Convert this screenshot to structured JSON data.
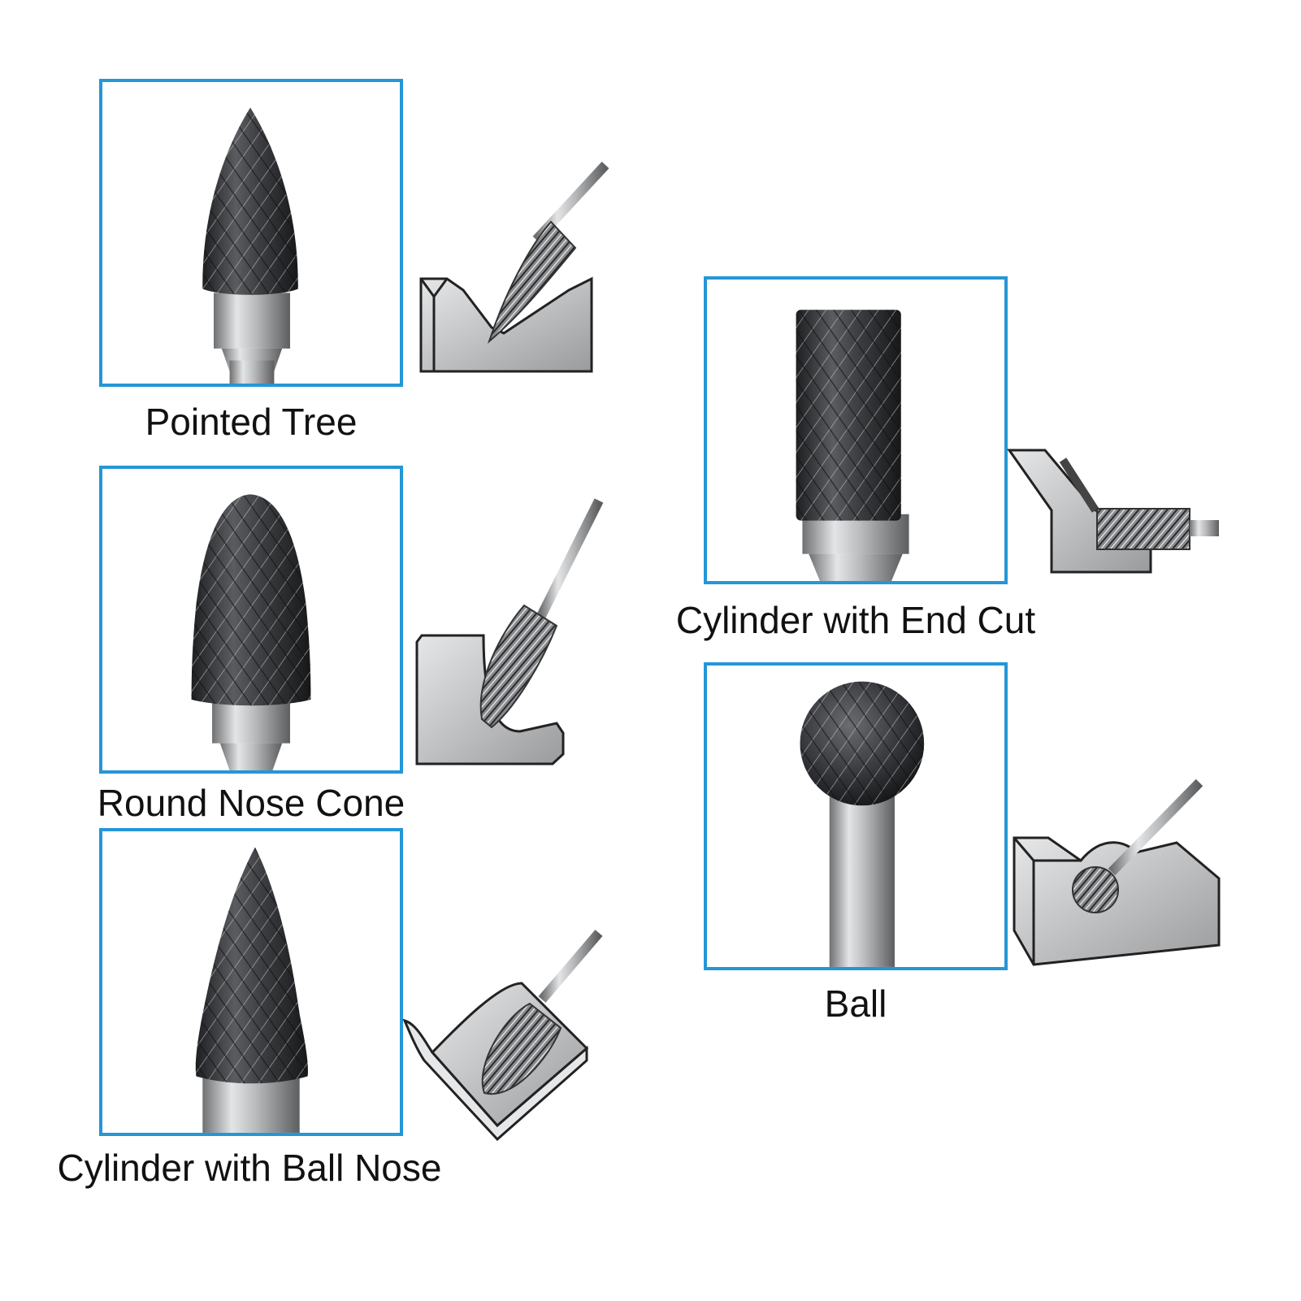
{
  "colors": {
    "frame_border": "#2596d6",
    "background": "#ffffff",
    "carbide": "#3c3d40",
    "steel": "#a9abad",
    "workpiece": "#b7b8ba",
    "label_text": "#111111"
  },
  "burrs": [
    {
      "label": "Pointed Tree",
      "head_shape": "pointed-tree",
      "icon": "pointed-tree-burr-icon"
    },
    {
      "label": "Round Nose Cone",
      "head_shape": "round-nose-cone",
      "icon": "round-nose-cone-burr-icon"
    },
    {
      "label": "Cylinder with Ball Nose",
      "head_shape": "cylinder-ball-nose",
      "icon": "cylinder-ball-nose-burr-icon"
    },
    {
      "label": "Cylinder with End Cut",
      "head_shape": "cylinder-end-cut",
      "icon": "cylinder-end-cut-burr-icon"
    },
    {
      "label": "Ball",
      "head_shape": "ball",
      "icon": "ball-burr-icon"
    }
  ]
}
